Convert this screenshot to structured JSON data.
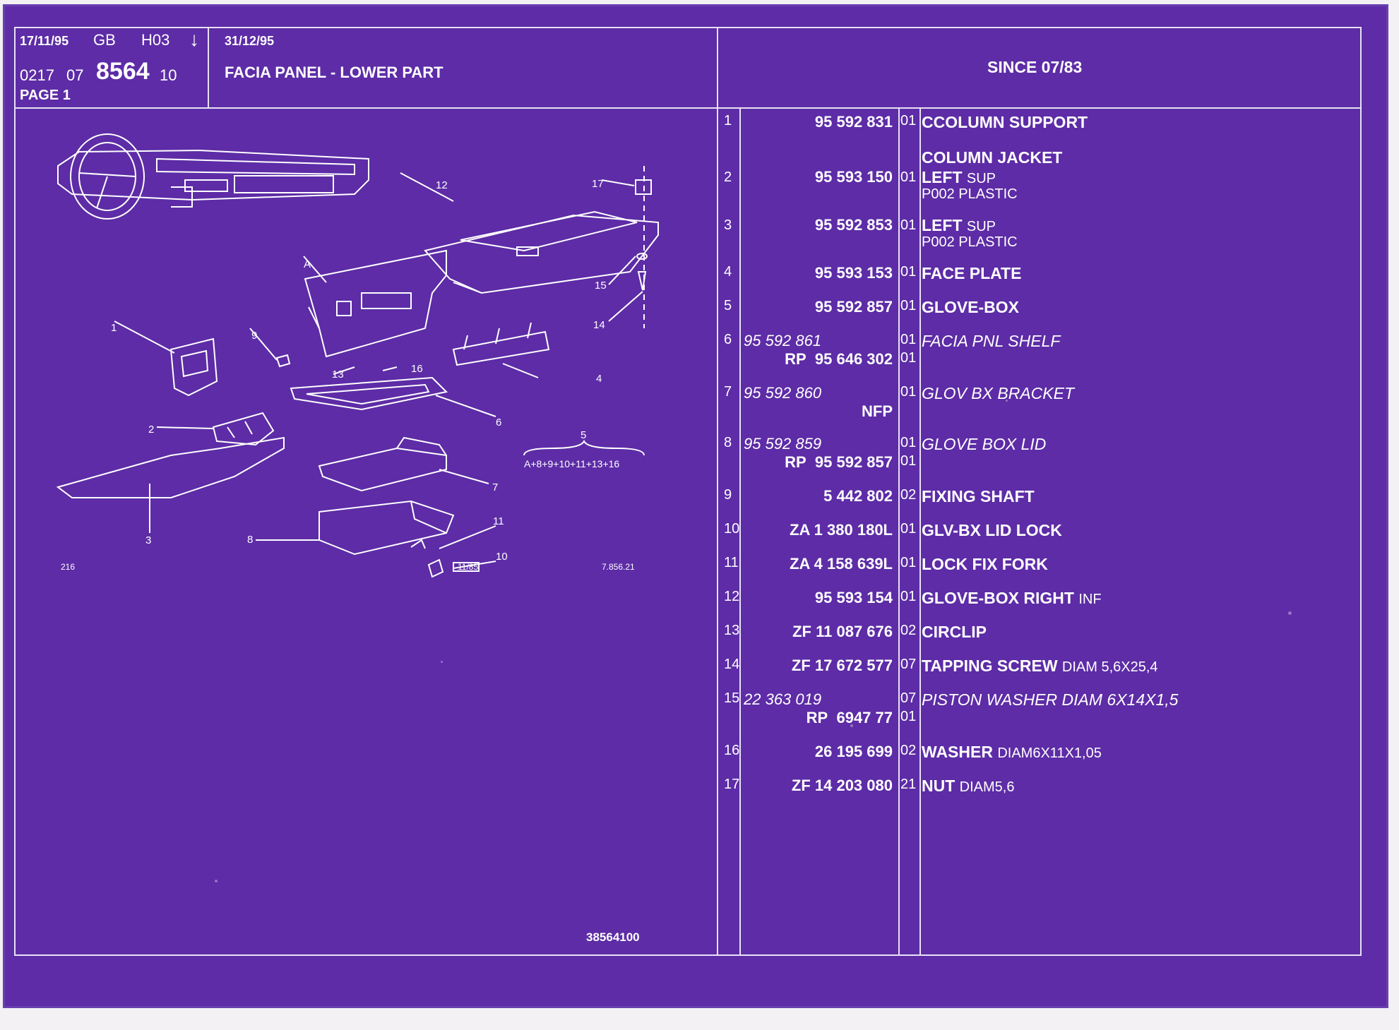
{
  "header": {
    "date1": "17/11/95",
    "region": "GB",
    "code": "H03",
    "arrow": "↓",
    "ref_a": "0217",
    "ref_b": "07",
    "ref_main": "8564",
    "ref_c": "10",
    "page": "PAGE 1",
    "date2": "31/12/95",
    "title": "FACIA PANEL - LOWER PART",
    "since": "SINCE 07/83"
  },
  "diagram": {
    "callouts": [
      "1",
      "2",
      "3",
      "4",
      "5",
      "6",
      "7",
      "8",
      "9",
      "10",
      "11",
      "12",
      "13",
      "14",
      "15",
      "16",
      "17",
      "A"
    ],
    "group_note": "A+8+9+10+11+13+16",
    "corner_left": "216",
    "corner_right": "7.856.21",
    "stamp": "11/85",
    "doc_number": "38564100"
  },
  "parts": [
    {
      "num": "1",
      "ref": "95 592 831",
      "qty": "01",
      "desc": "CCOLUMN SUPPORT"
    },
    {
      "num": "",
      "ref": "",
      "qty": "",
      "desc": "COLUMN JACKET"
    },
    {
      "num": "2",
      "ref": "95 593 150",
      "qty": "01",
      "desc": "LEFT",
      "extra": "SUP",
      "sub": "P002 PLASTIC"
    },
    {
      "num": "3",
      "ref": "95 592 853",
      "qty": "01",
      "desc": "LEFT",
      "extra": "SUP",
      "sub": "P002 PLASTIC"
    },
    {
      "num": "4",
      "ref": "95 593 153",
      "qty": "01",
      "desc": "FACE PLATE"
    },
    {
      "num": "5",
      "ref": "95 592 857",
      "qty": "01",
      "desc": "GLOVE-BOX"
    },
    {
      "num": "6",
      "ref": "95 592 861",
      "qty": "01",
      "desc": "FACIA PNL SHELF",
      "alt_prefix": "RP",
      "alt_ref": "95 646 302",
      "alt_qty": "01"
    },
    {
      "num": "7",
      "ref": "95 592 860",
      "qty": "01",
      "desc": "GLOV BX BRACKET",
      "alt_ref": "NFP"
    },
    {
      "num": "8",
      "ref": "95 592 859",
      "qty": "01",
      "desc": "GLOVE BOX LID",
      "alt_prefix": "RP",
      "alt_ref": "95 592 857",
      "alt_qty": "01"
    },
    {
      "num": "9",
      "ref": "5 442 802",
      "qty": "02",
      "desc": "FIXING SHAFT"
    },
    {
      "num": "10",
      "ref": "ZA 1 380 180L",
      "qty": "01",
      "desc": "GLV-BX LID LOCK"
    },
    {
      "num": "11",
      "ref": "ZA 4 158 639L",
      "qty": "01",
      "desc": "LOCK FIX FORK"
    },
    {
      "num": "12",
      "ref": "95 593 154",
      "qty": "01",
      "desc": "GLOVE-BOX RIGHT",
      "extra": "INF"
    },
    {
      "num": "13",
      "ref": "ZF 11 087 676",
      "qty": "02",
      "desc": "CIRCLIP"
    },
    {
      "num": "14",
      "ref": "ZF 17 672 577",
      "qty": "07",
      "desc": "TAPPING SCREW",
      "extra": "DIAM 5,6X25,4"
    },
    {
      "num": "15",
      "ref": "22 363 019",
      "qty": "07",
      "desc": "PISTON WASHER DIAM 6X14X1,5",
      "alt_prefix": "RP",
      "alt_ref": "6947 77",
      "alt_qty": "01"
    },
    {
      "num": "16",
      "ref": "26 195 699",
      "qty": "02",
      "desc": "WASHER",
      "extra": "DIAM6X11X1,05"
    },
    {
      "num": "17",
      "ref": "ZF 14 203 080",
      "qty": "21",
      "desc": "NUT",
      "extra": "DIAM5,6"
    }
  ],
  "colors": {
    "sheet": "#5d2ca6",
    "lines": "#e8e2f4",
    "background": "#f3f1f4"
  }
}
